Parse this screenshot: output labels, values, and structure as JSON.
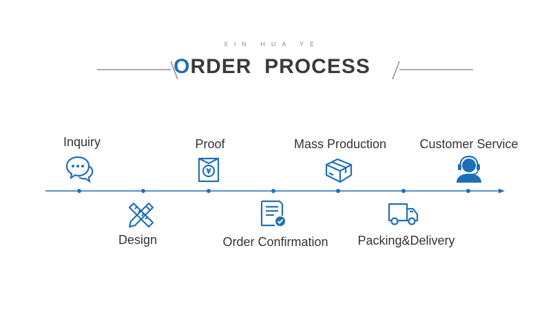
{
  "header": {
    "subtitle": "XIN HUA YE",
    "title_first_letter": "O",
    "title_rest": "RDER  PROCESS"
  },
  "colors": {
    "accent": "#1f6fb6",
    "text": "#333333",
    "line": "#1f6fb6"
  },
  "steps": [
    {
      "label": "Inquiry",
      "icon": "chat-bubbles-icon"
    },
    {
      "label": "Design",
      "icon": "pencil-ruler-icon"
    },
    {
      "label": "Proof",
      "icon": "yen-receipt-icon"
    },
    {
      "label": "Order Confirmation",
      "icon": "document-check-icon"
    },
    {
      "label": "Mass Production",
      "icon": "package-box-icon"
    },
    {
      "label": "Packing&Delivery",
      "icon": "delivery-truck-icon"
    },
    {
      "label": "Customer Service",
      "icon": "headset-agent-icon"
    }
  ]
}
